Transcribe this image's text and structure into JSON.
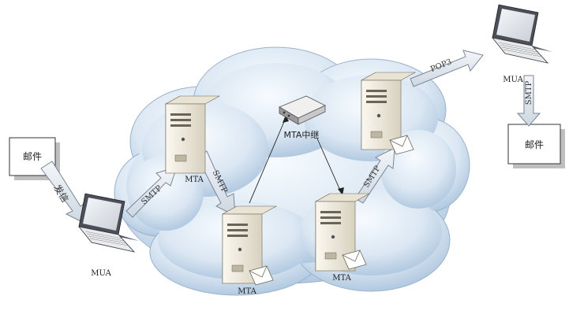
{
  "colors": {
    "cloud_light": "#eef4fa",
    "cloud_dark": "#a9c3dc",
    "arrow_fill": "#e6ecf3",
    "arrow_stroke": "#7a8696",
    "server_light": "#f3efe4",
    "server_dark": "#b9b2a0",
    "box_fill": "#ffffff",
    "box_stroke": "#333333"
  },
  "nodes": {
    "mail_left": "邮件",
    "mail_right": "邮件",
    "mua_left": "MUA",
    "mua_right": "MUA",
    "mta_top_left": "MTA",
    "mta_bottom_left": "MTA",
    "mta_bottom_right": "MTA",
    "relay": "MTA中继"
  },
  "edges": {
    "send": "发信",
    "smtp_1": "SMTP",
    "smtp_2": "SMTP",
    "smtp_3": "SMTP",
    "pop3": "POP3",
    "smtp_4": "SMTP"
  },
  "icons": {
    "server": "server-icon",
    "laptop": "laptop-icon",
    "router": "router-icon",
    "envelope": "envelope-icon",
    "cloud": "cloud-icon"
  }
}
